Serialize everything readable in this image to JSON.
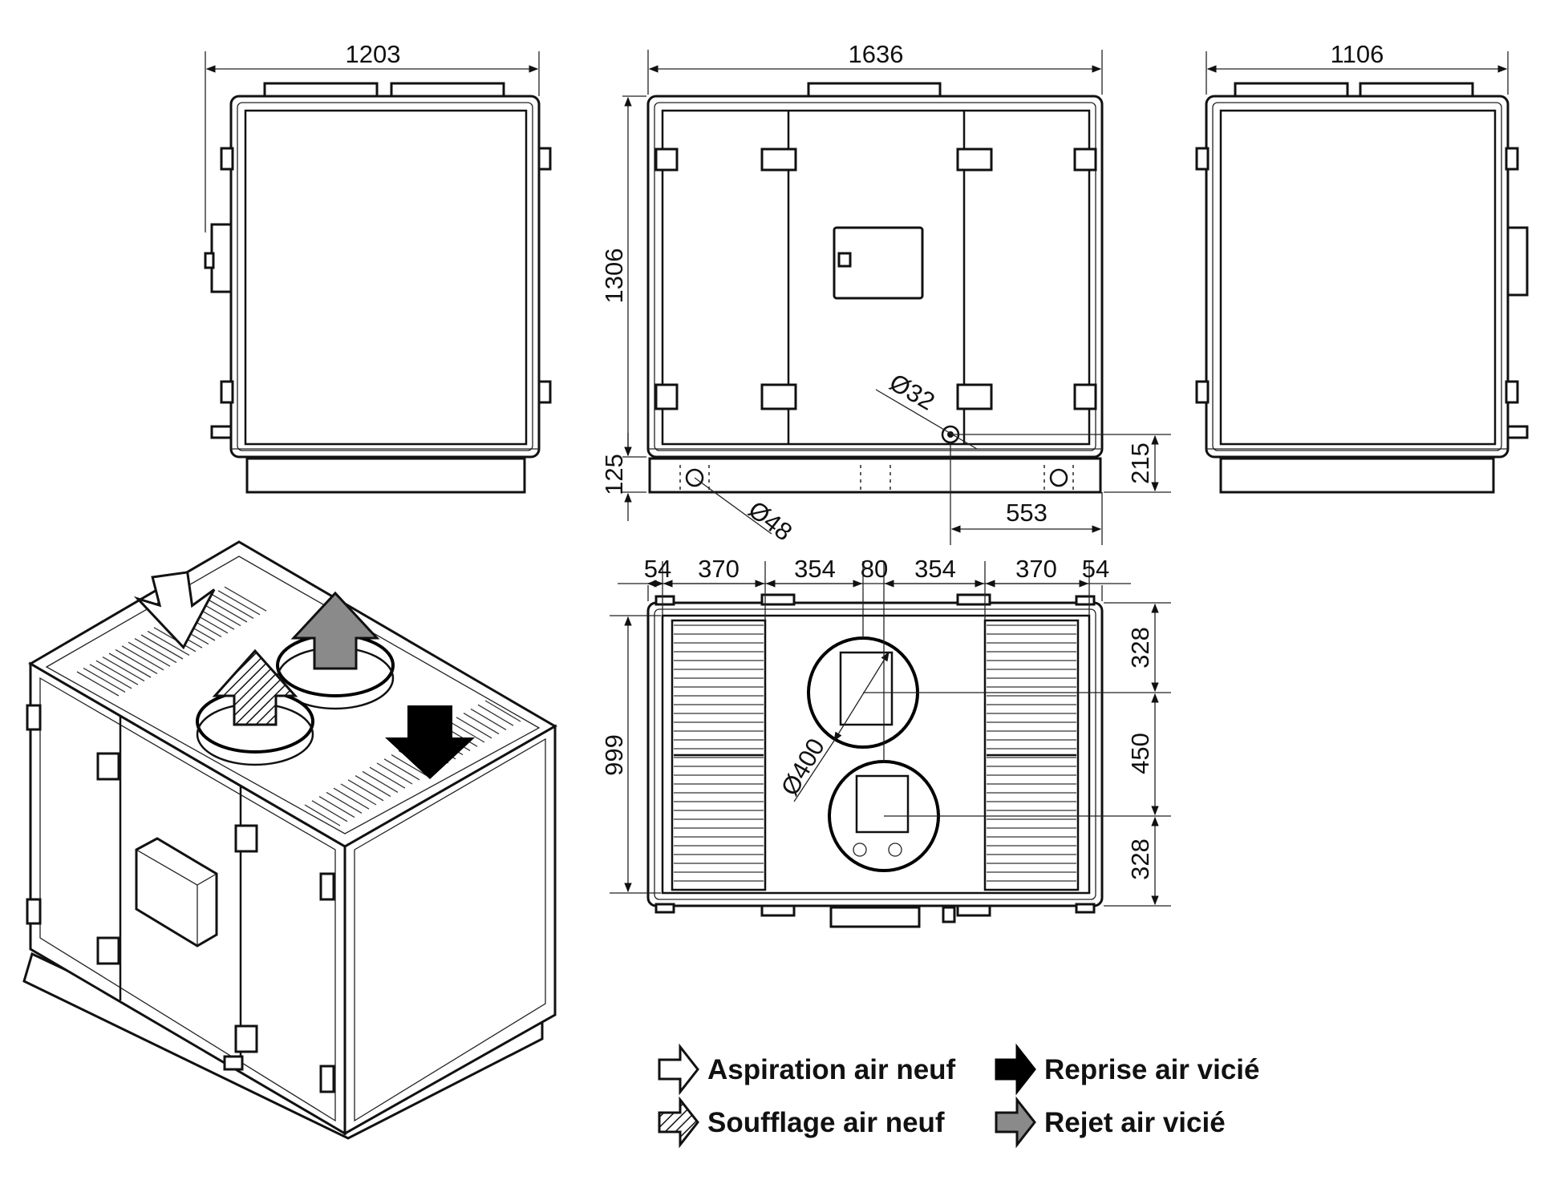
{
  "dimensions": {
    "front_width": "1203",
    "side_width": "1636",
    "back_width": "1106",
    "height": "1306",
    "base_height": "125",
    "drain_height": "215",
    "drain_offset": "553",
    "drain_diameter": "Ø32",
    "lift_hole_diameter": "Ø48",
    "top_54_left": "54",
    "top_370_left": "370",
    "top_354_left": "354",
    "top_80": "80",
    "top_354_right": "354",
    "top_370_right": "370",
    "top_54_right": "54",
    "depth": "999",
    "spigot_328_top": "328",
    "spigot_450": "450",
    "spigot_328_bottom": "328",
    "spigot_diameter": "Ø400"
  },
  "legend": {
    "aspiration": "Aspiration air neuf",
    "reprise": "Reprise air vicié",
    "soufflage": "Soufflage air neuf",
    "rejet": "Rejet air vicié"
  },
  "colors": {
    "line": "#111111",
    "arrow_gray": "#8a8a8a",
    "arrow_black": "#000000"
  }
}
